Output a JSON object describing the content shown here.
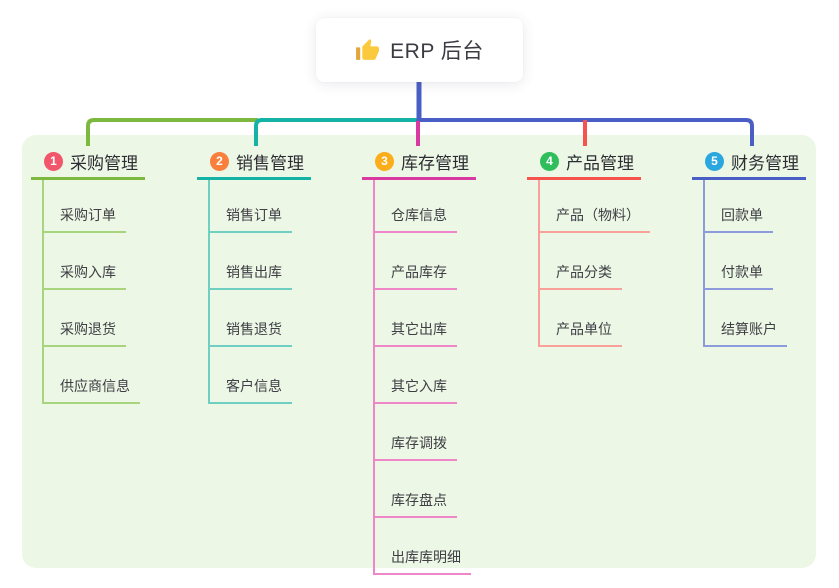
{
  "root": {
    "title": "ERP 后台",
    "icon": "thumbs-up",
    "background": "#FFFFFF",
    "text_color": "#3B3B43"
  },
  "panel": {
    "background": "#ECF7E6"
  },
  "connector": {
    "trunk_color": "#4A5FC6"
  },
  "branches": [
    {
      "num": "1",
      "label": "采购管理",
      "badge_color": "#F2566B",
      "line_color": "#7DB83F",
      "child_line_color": "#A9D47E",
      "children": [
        "采购订单",
        "采购入库",
        "采购退货",
        "供应商信息"
      ]
    },
    {
      "num": "2",
      "label": "销售管理",
      "badge_color": "#F8803C",
      "line_color": "#14B3A6",
      "child_line_color": "#6FCFC3",
      "children": [
        "销售订单",
        "销售出库",
        "销售退货",
        "客户信息"
      ]
    },
    {
      "num": "3",
      "label": "库存管理",
      "badge_color": "#FBAD1A",
      "line_color": "#D93AA1",
      "child_line_color": "#EE86C8",
      "children": [
        "仓库信息",
        "产品库存",
        "其它出库",
        "其它入库",
        "库存调拨",
        "库存盘点",
        "出库库明细"
      ]
    },
    {
      "num": "4",
      "label": "产品管理",
      "badge_color": "#30BD5C",
      "line_color": "#F5544E",
      "child_line_color": "#F9A09A",
      "children": [
        "产品（物料）",
        "产品分类",
        "产品单位"
      ]
    },
    {
      "num": "5",
      "label": "财务管理",
      "badge_color": "#2BA7DF",
      "line_color": "#4A5FC6",
      "child_line_color": "#8D9ADB",
      "children": [
        "回款单",
        "付款单",
        "结算账户"
      ]
    }
  ]
}
